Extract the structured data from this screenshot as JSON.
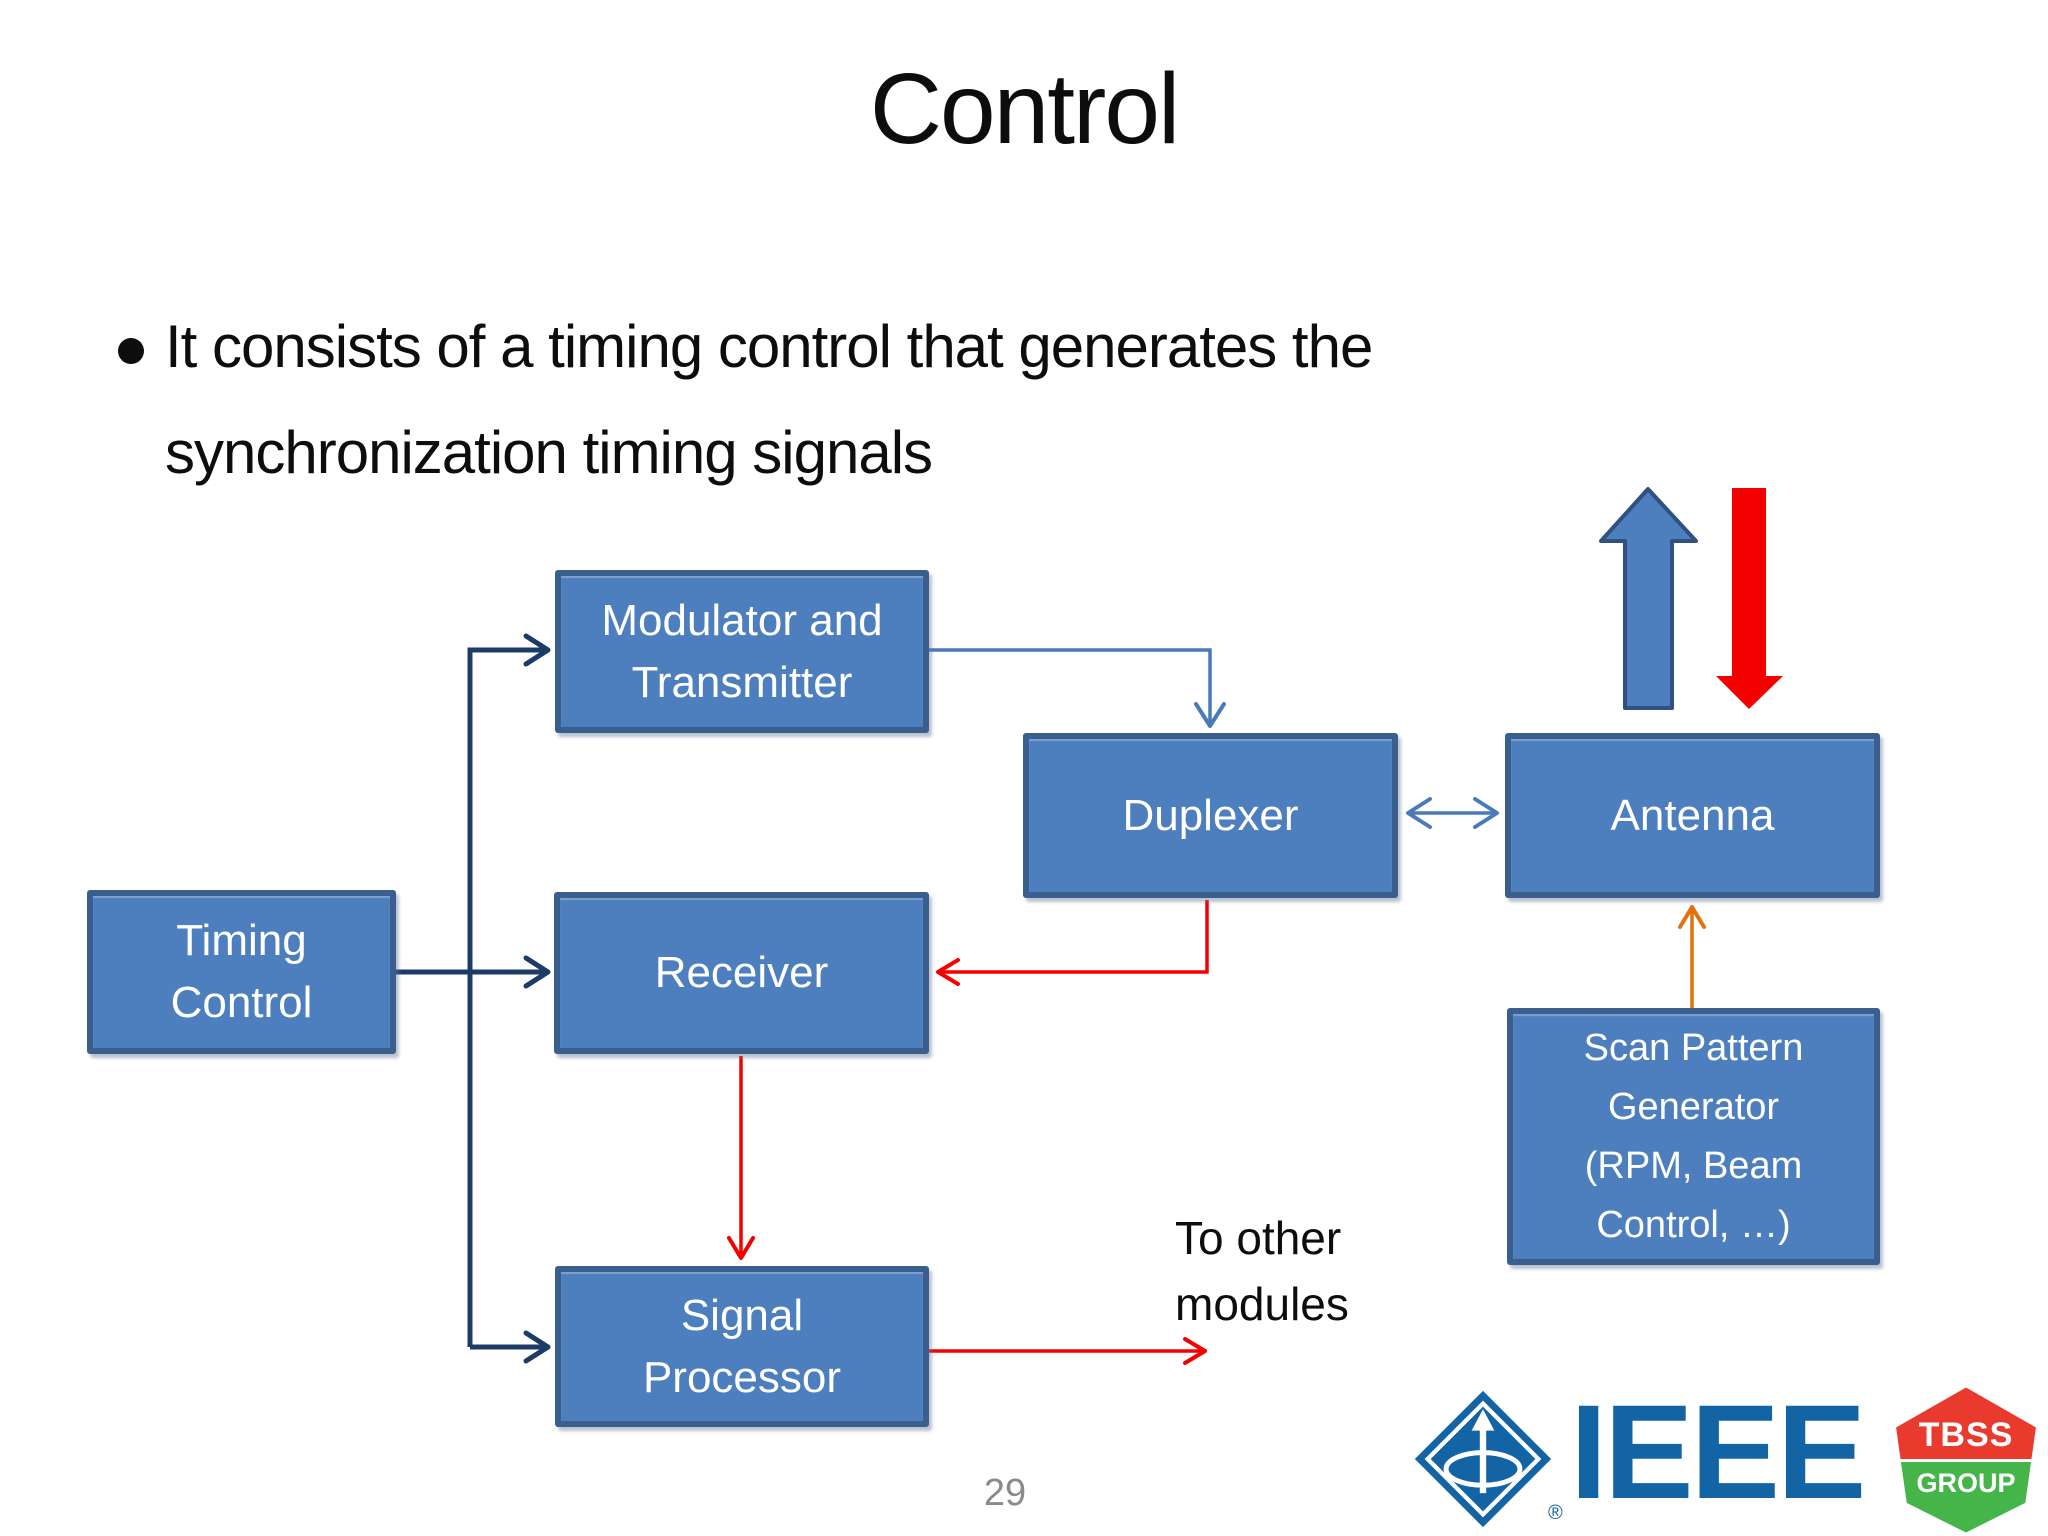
{
  "slide": {
    "title": "Control",
    "bullet": {
      "lines": [
        "It consists of a timing control that generates the",
        "synchronization timing signals"
      ]
    },
    "page_number": "29"
  },
  "diagram": {
    "boxes": {
      "modulator": {
        "label": [
          "Modulator and",
          "Transmitter"
        ]
      },
      "duplexer": {
        "label": [
          "Duplexer"
        ]
      },
      "antenna": {
        "label": [
          "Antenna"
        ]
      },
      "timing_control": {
        "label": [
          "Timing",
          "Control"
        ]
      },
      "receiver": {
        "label": [
          "Receiver"
        ]
      },
      "scan_pattern": {
        "label": [
          "Scan Pattern",
          "Generator",
          "(RPM, Beam",
          "Control, …)"
        ]
      },
      "signal_processor": {
        "label": [
          "Signal",
          "Processor"
        ]
      }
    },
    "annotation": {
      "lines": [
        "To other",
        "modules"
      ]
    }
  },
  "footer": {
    "ieee_wordmark": "IEEE",
    "registered_mark": "®",
    "tbss": {
      "top": "TBSS",
      "bottom": "GROUP"
    }
  },
  "colors": {
    "box_fill": "#4d7ebd",
    "box_border": "#3a5f8f",
    "navy": "#1c3b66",
    "steel": "#4a7ab8",
    "red": "#f40000",
    "orange": "#e2710c",
    "ieee_blue": "#1264a5",
    "tbss_red": "#e93a2e",
    "tbss_green": "#46b549",
    "page_gray": "#8a8a8a"
  }
}
